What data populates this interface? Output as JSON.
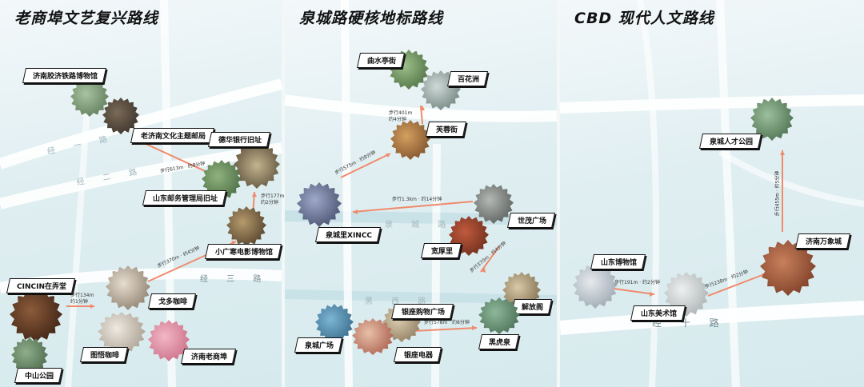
{
  "panels": [
    {
      "title": "老商埠文艺复兴路线",
      "spots": {
        "jiaoji": "济南胶济铁路博物馆",
        "youju": "老济南文化主题邮局",
        "dehua": "德华银行旧址",
        "youzheng": "山东邮务管理局旧址",
        "dianying": "小广寒电影博物馆",
        "cincin": "CINCIN在弄堂",
        "geduo": "戈多咖啡",
        "gewu": "图悟咖啡",
        "laoshangbu": "济南老商埠",
        "zhongshan": "中山公园"
      },
      "notes": {
        "n1_a": "步行134m",
        "n1_b": "约1分钟",
        "n2": "步行370m · 约4分钟",
        "n3_a": "步行177m",
        "n3_b": "约2分钟",
        "n4": "步行613m · 约8分钟"
      },
      "roads": {
        "jing1": "经 一 路",
        "jing2": "经 二 路",
        "jing3": "经 三 路"
      }
    },
    {
      "title": "泉城路硬核地标路线",
      "spots": {
        "qushui": "曲水亭街",
        "baihua": "百花洲",
        "furong": "芙蓉街",
        "xincc": "泉城里XINCC",
        "shimao": "世茂广场",
        "kuanhou": "宽厚里",
        "jiefang": "解放阁",
        "yinzuo": "银座购物广场",
        "quancheng": "泉城广场",
        "dianqi": "银座电器",
        "heihu": "黑虎泉"
      },
      "notes": {
        "n1_a": "步行401m",
        "n1_b": "约4分钟",
        "n2": "步行575m · 约8分钟",
        "n3": "步行1.3km · 约14分钟",
        "n4": "步行370m · 约4分钟",
        "n5": "步行578m · 约8分钟"
      },
      "roads": {
        "quancheng": "泉 城 路",
        "heixi": "黑 西 路"
      }
    },
    {
      "title": "CBD 现代人文路线",
      "spots": {
        "rencai": "泉城人才公园",
        "bowuguan": "山东博物馆",
        "meishuguan": "山东美术馆",
        "wanxiang": "济南万象城"
      },
      "notes": {
        "n1": "步行191m · 约2分钟",
        "n2": "步行238m · 约2分钟",
        "n3": "步行455m · 约5分钟"
      },
      "roads": {
        "jing10": "经 十 路"
      }
    }
  ],
  "colors": {
    "arrow": "#f08a6c",
    "road": "#ffffff",
    "tag_border": "#111111"
  }
}
